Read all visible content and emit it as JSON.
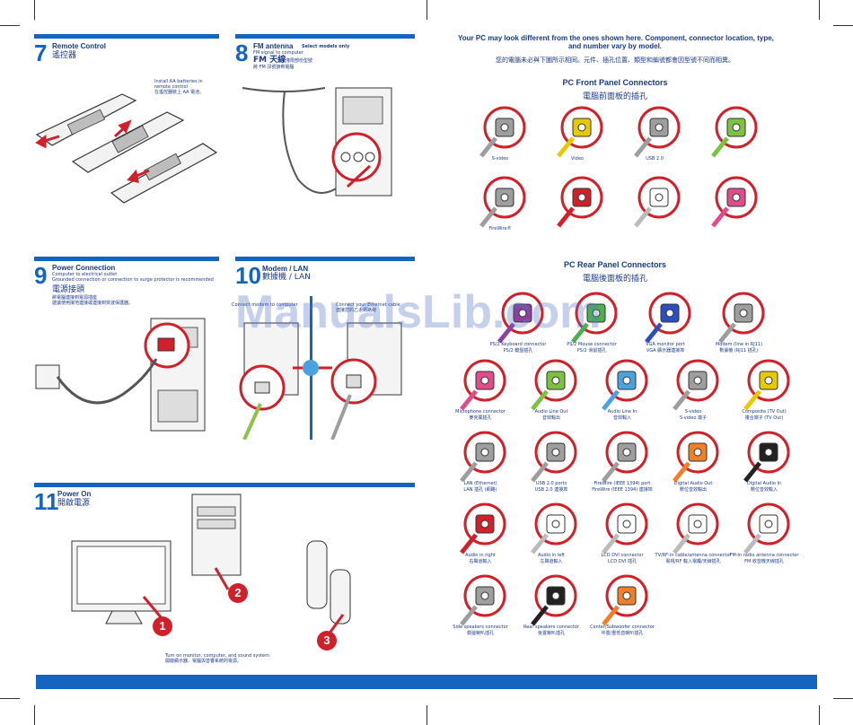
{
  "sections": {
    "s7": {
      "num": "7",
      "title": "Remote Control",
      "title_cn": "遙控器",
      "note": "Install AA batteries in remote control",
      "note_cn": "在遙控器裝上 AA 電池。"
    },
    "s8": {
      "num": "8",
      "title": "FM antenna",
      "title_extra": "Select models only",
      "sub": "FM signal to computer",
      "title_cn": "FM 天線",
      "title_cn_extra": "僅限部份型號",
      "sub_cn": "將 FM 訊號接到電腦"
    },
    "s9": {
      "num": "9",
      "title": "Power Connection",
      "sub1": "Computer to electrical outlet",
      "sub2": "Grounded connection or connection to surge protector is recommended",
      "title_cn": "電源接頭",
      "sub_cn1": "將電腦連接到電源插座",
      "sub_cn2": "建議使用接地連接或連接到突波保護器。"
    },
    "s10": {
      "num": "10",
      "title": "Modem / LAN",
      "title_cn": "數據機 / LAN",
      "note_left": "Connect modem to computer",
      "note_right": "Connect your Ethernet cable",
      "note_right_cn": "連接您的乙太網路線"
    },
    "s11": {
      "num": "11",
      "title": "Power On",
      "title_cn": "開啟電源",
      "caption": "Turn on monitor, computer, and sound system",
      "caption_cn": "開啟顯示器、電腦與音響系統的電源。",
      "steps": [
        "1",
        "2",
        "3"
      ]
    }
  },
  "intro": {
    "line1": "Your PC may look different from the ones shown here. Component, connector location, type,",
    "line2": "and number vary by model.",
    "line_cn": "您的電腦未必與下圖所示相同。元件、插孔位置、類型和編號都會因型號不同而相異。"
  },
  "front": {
    "title": "PC Front Panel Connectors",
    "title_cn": "電腦前面板的插孔",
    "items": [
      {
        "label": "S-video",
        "color": "#9e9e9e"
      },
      {
        "label": "Video",
        "color": "#e8c800"
      },
      {
        "label": "USB 2.0",
        "color": "#9e9e9e"
      },
      {
        "label": "",
        "color": "#7cc242"
      },
      {
        "label": "FireWire®",
        "color": "#9e9e9e"
      },
      {
        "label": "",
        "color": "#d0202a"
      },
      {
        "label": "",
        "color": "#ffffff"
      },
      {
        "label": "",
        "color": "#e04b8a"
      }
    ]
  },
  "rear": {
    "title": "PC Rear Panel Connectors",
    "title_cn": "電腦後面板的插孔",
    "items": [
      {
        "label": "PS/2 Keyboard connector",
        "label_cn": "PS/2 鍵盤插孔",
        "color": "#8e3fa0"
      },
      {
        "label": "PS/2 Mouse connector",
        "label_cn": "PS/2 滑鼠插孔",
        "color": "#4caf50"
      },
      {
        "label": "VGA monitor port",
        "label_cn": "VGA 顯示器連接埠",
        "color": "#2a4fbf"
      },
      {
        "label": "Modem (line in RJ11)",
        "label_cn": "數據機 (RJ11 插孔)",
        "color": "#9e9e9e"
      },
      {
        "label": "Microphone connector",
        "label_cn": "麥克風插孔",
        "color": "#e04b8a"
      },
      {
        "label": "Audio Line Out",
        "label_cn": "音效輸出",
        "color": "#7cc242"
      },
      {
        "label": "Audio Line In",
        "label_cn": "音效輸入",
        "color": "#4aa3df"
      },
      {
        "label": "S-video",
        "label_cn": "S-video 端子",
        "color": "#9e9e9e"
      },
      {
        "label": "Composite (TV Out)",
        "label_cn": "複合端子 (TV Out)",
        "color": "#e8c800"
      },
      {
        "label": "LAN (Ethernet)",
        "label_cn": "LAN 插孔 (網路)",
        "color": "#9e9e9e"
      },
      {
        "label": "USB 2.0 ports",
        "label_cn": "USB 2.0 連接埠",
        "color": "#9e9e9e"
      },
      {
        "label": "FireWire (IEEE 1394) port",
        "label_cn": "FireWire (IEEE 1394) 連接埠",
        "color": "#9e9e9e"
      },
      {
        "label": "Digital Audio Out",
        "label_cn": "數位音效輸出",
        "color": "#f07f2a"
      },
      {
        "label": "Digital Audio In",
        "label_cn": "數位音效輸入",
        "color": "#222222"
      },
      {
        "label": "Audio in right",
        "label_cn": "右聲道輸入",
        "color": "#d0202a"
      },
      {
        "label": "Audio in left",
        "label_cn": "左聲道輸入",
        "color": "#ffffff"
      },
      {
        "label": "LCD DVI connector",
        "label_cn": "LCD DVI 插孔",
        "color": "#ffffff"
      },
      {
        "label": "TV/RF-in cable/antenna connector",
        "label_cn": "電視/RF 輸入電纜/天線插孔",
        "color": "#ffffff"
      },
      {
        "label": "FM-in radio antenna connector",
        "label_cn": "FM 收音機天線插孔",
        "color": "#ffffff"
      },
      {
        "label": "Side speakers connector",
        "label_cn": "側邊喇叭插孔",
        "color": "#9e9e9e"
      },
      {
        "label": "Rear speakers connector",
        "label_cn": "後置喇叭插孔",
        "color": "#222222"
      },
      {
        "label": "Center/Subwoofer connector",
        "label_cn": "中置/重低音喇叭插孔",
        "color": "#f07f2a"
      }
    ]
  },
  "watermark": "ManualsLib.com"
}
